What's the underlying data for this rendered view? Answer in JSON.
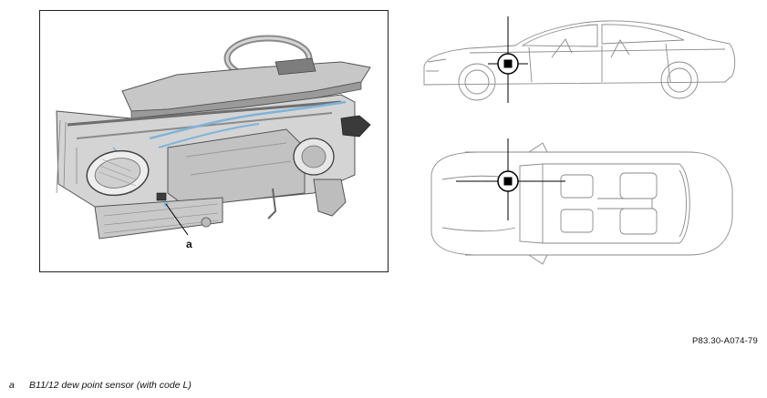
{
  "figure": {
    "callout_letter": "a",
    "reference_code": "P83.30-A074-79"
  },
  "legend": [
    {
      "key": "a",
      "text": "B11/12 dew point sensor (with code L)"
    }
  ],
  "colors": {
    "line": "#555555",
    "fill_dark": "#8c8c8c",
    "fill_mid": "#b5b5b5",
    "fill_light": "#dcdcdc",
    "highlight": "#7fb3d9",
    "marker": "#000000"
  },
  "icons": [
    "dashboard-module-drawing",
    "vehicle-side-view-icon",
    "vehicle-top-view-icon",
    "location-crosshair-icon"
  ]
}
